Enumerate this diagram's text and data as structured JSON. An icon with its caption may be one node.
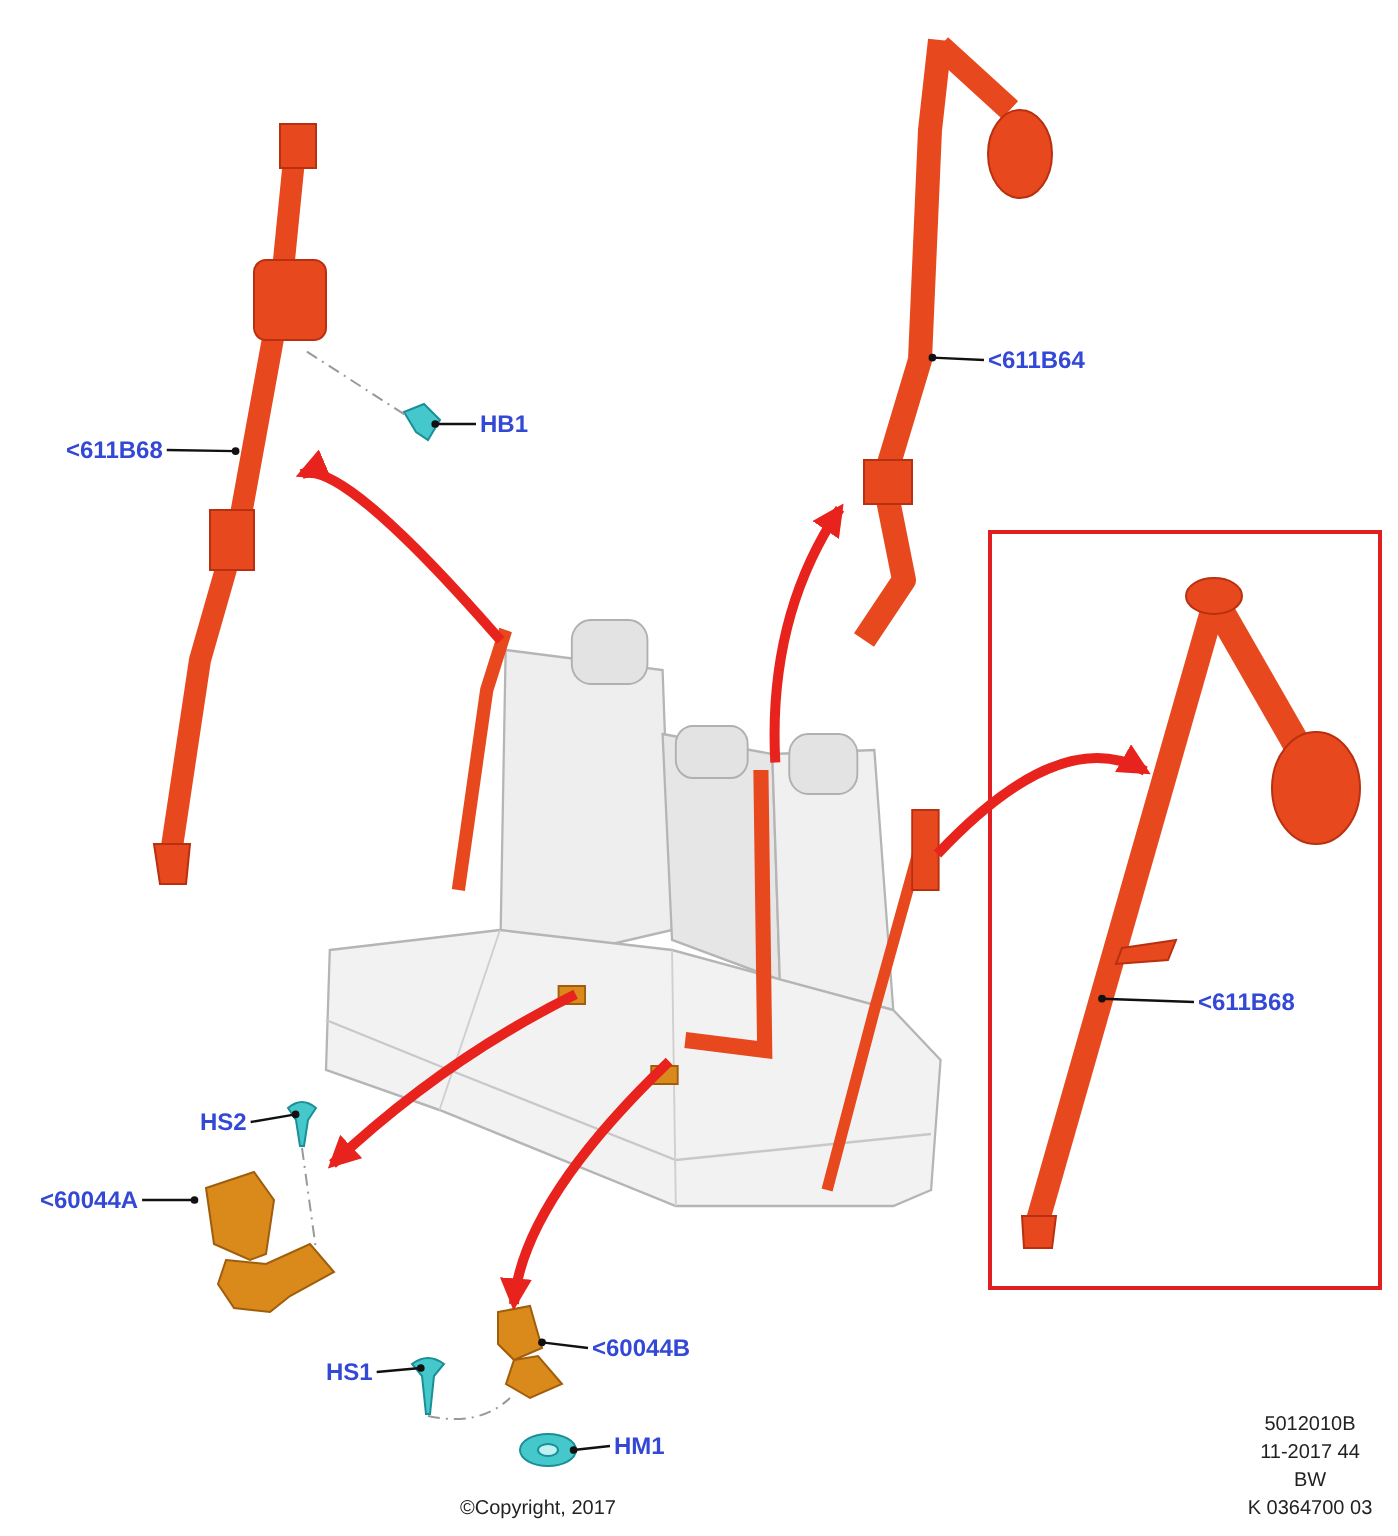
{
  "diagram": {
    "nodes": [
      {
        "text": [],
        "shape": "picture"
      },
      {
        "text": [],
        "shape": "picture"
      },
      {
        "text": [],
        "shape": "picture"
      },
      {
        "text": [],
        "shape": "picture"
      },
      {
        "text": [],
        "shape": "box"
      },
      {
        "text": [],
        "shape": "picture",
        "in": 4
      },
      {
        "text": [],
        "shape": "picture"
      },
      {
        "text": [],
        "shape": "picture"
      },
      {
        "text": [],
        "shape": "picture"
      },
      {
        "text": [],
        "shape": "picture"
      },
      {
        "text": [],
        "shape": "picture"
      },
      {
        "text": [
          "<611B68"
        ]
      },
      {
        "text": [
          "HB1"
        ]
      },
      {
        "text": [
          "<611B64"
        ]
      },
      {
        "text": [
          "<611B68"
        ],
        "in": 5
      },
      {
        "text": [
          "HS2"
        ]
      },
      {
        "text": [
          "<60044A"
        ]
      },
      {
        "text": [
          "<60044B"
        ]
      },
      {
        "text": [
          "HS1"
        ]
      },
      {
        "text": [
          "HM1"
        ]
      }
    ],
    "edges": [
      {
        "from": 0,
        "to": 1,
        "arrow": "to",
        "style": "thick",
        "color": "#e8231d"
      },
      {
        "from": 0,
        "to": 3,
        "arrow": "to",
        "style": "thick",
        "color": "#e8231d"
      },
      {
        "from": 0,
        "to": 5,
        "arrow": "to",
        "style": "thick",
        "color": "#e8231d"
      },
      {
        "from": 0,
        "to": 7,
        "arrow": "to",
        "style": "thick",
        "color": "#e8231d"
      },
      {
        "from": 0,
        "to": 8,
        "arrow": "to",
        "style": "thick",
        "color": "#e8231d"
      },
      {
        "from": 11,
        "to": 1,
        "arrow": "other"
      },
      {
        "from": 12,
        "to": 2,
        "arrow": "other"
      },
      {
        "from": 13,
        "to": 3,
        "arrow": "other"
      },
      {
        "from": 14,
        "to": 5,
        "arrow": "other"
      },
      {
        "from": 15,
        "to": 6,
        "arrow": "other"
      },
      {
        "from": 16,
        "to": 7,
        "arrow": "other"
      },
      {
        "from": 17,
        "to": 8,
        "arrow": "other"
      },
      {
        "from": 18,
        "to": 9,
        "arrow": "other"
      },
      {
        "from": 19,
        "to": 10,
        "arrow": "other"
      },
      {
        "from": 2,
        "to": 1,
        "arrow": "none",
        "style": "dashed",
        "color": "#999999"
      },
      {
        "from": 6,
        "to": 7,
        "arrow": "none",
        "style": "dashed",
        "color": "#999999"
      },
      {
        "from": 9,
        "to": 8,
        "arrow": "none",
        "style": "dashed",
        "color": "#999999"
      }
    ],
    "labels": [
      "5012010B",
      "11-2017 44",
      "BW",
      "K 0364700 03",
      "©Copyright, 2017"
    ]
  }
}
